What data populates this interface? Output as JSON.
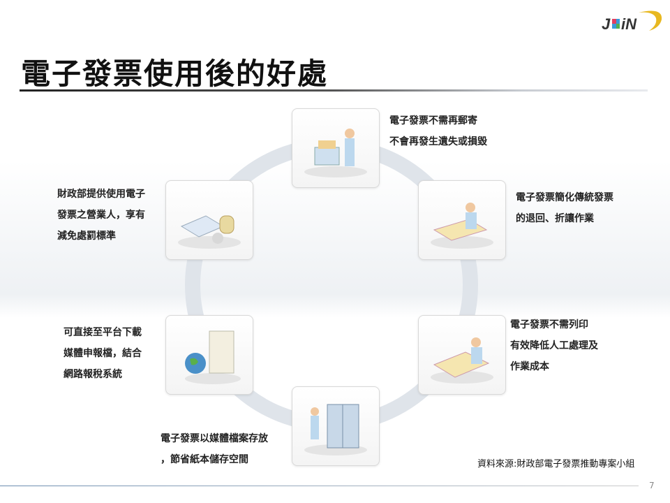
{
  "logo": {
    "text": "JOIN"
  },
  "title": "電子發票使用後的好處",
  "benefits": [
    {
      "lines": [
        "電子發票不需再郵寄",
        "不會再發生遺失或損毀"
      ]
    },
    {
      "lines": [
        "電子發票簡化傳統發票",
        "的退回、折讓作業"
      ]
    },
    {
      "lines": [
        "電子發票不需列印",
        "有效降低人工處理及",
        "作業成本"
      ]
    },
    {
      "lines": [
        "電子發票以媒體檔案存放",
        "，節省紙本儲存空間"
      ]
    },
    {
      "lines": [
        "可直接至平台下載",
        "媒體申報檔，結合",
        "網路報稅系統"
      ]
    },
    {
      "lines": [
        "財政部提供使用電子",
        "發票之營業人，享有",
        "減免處罰標準"
      ]
    }
  ],
  "source": "資料來源:財政部電子發票推動專案小組",
  "page_number": "7"
}
